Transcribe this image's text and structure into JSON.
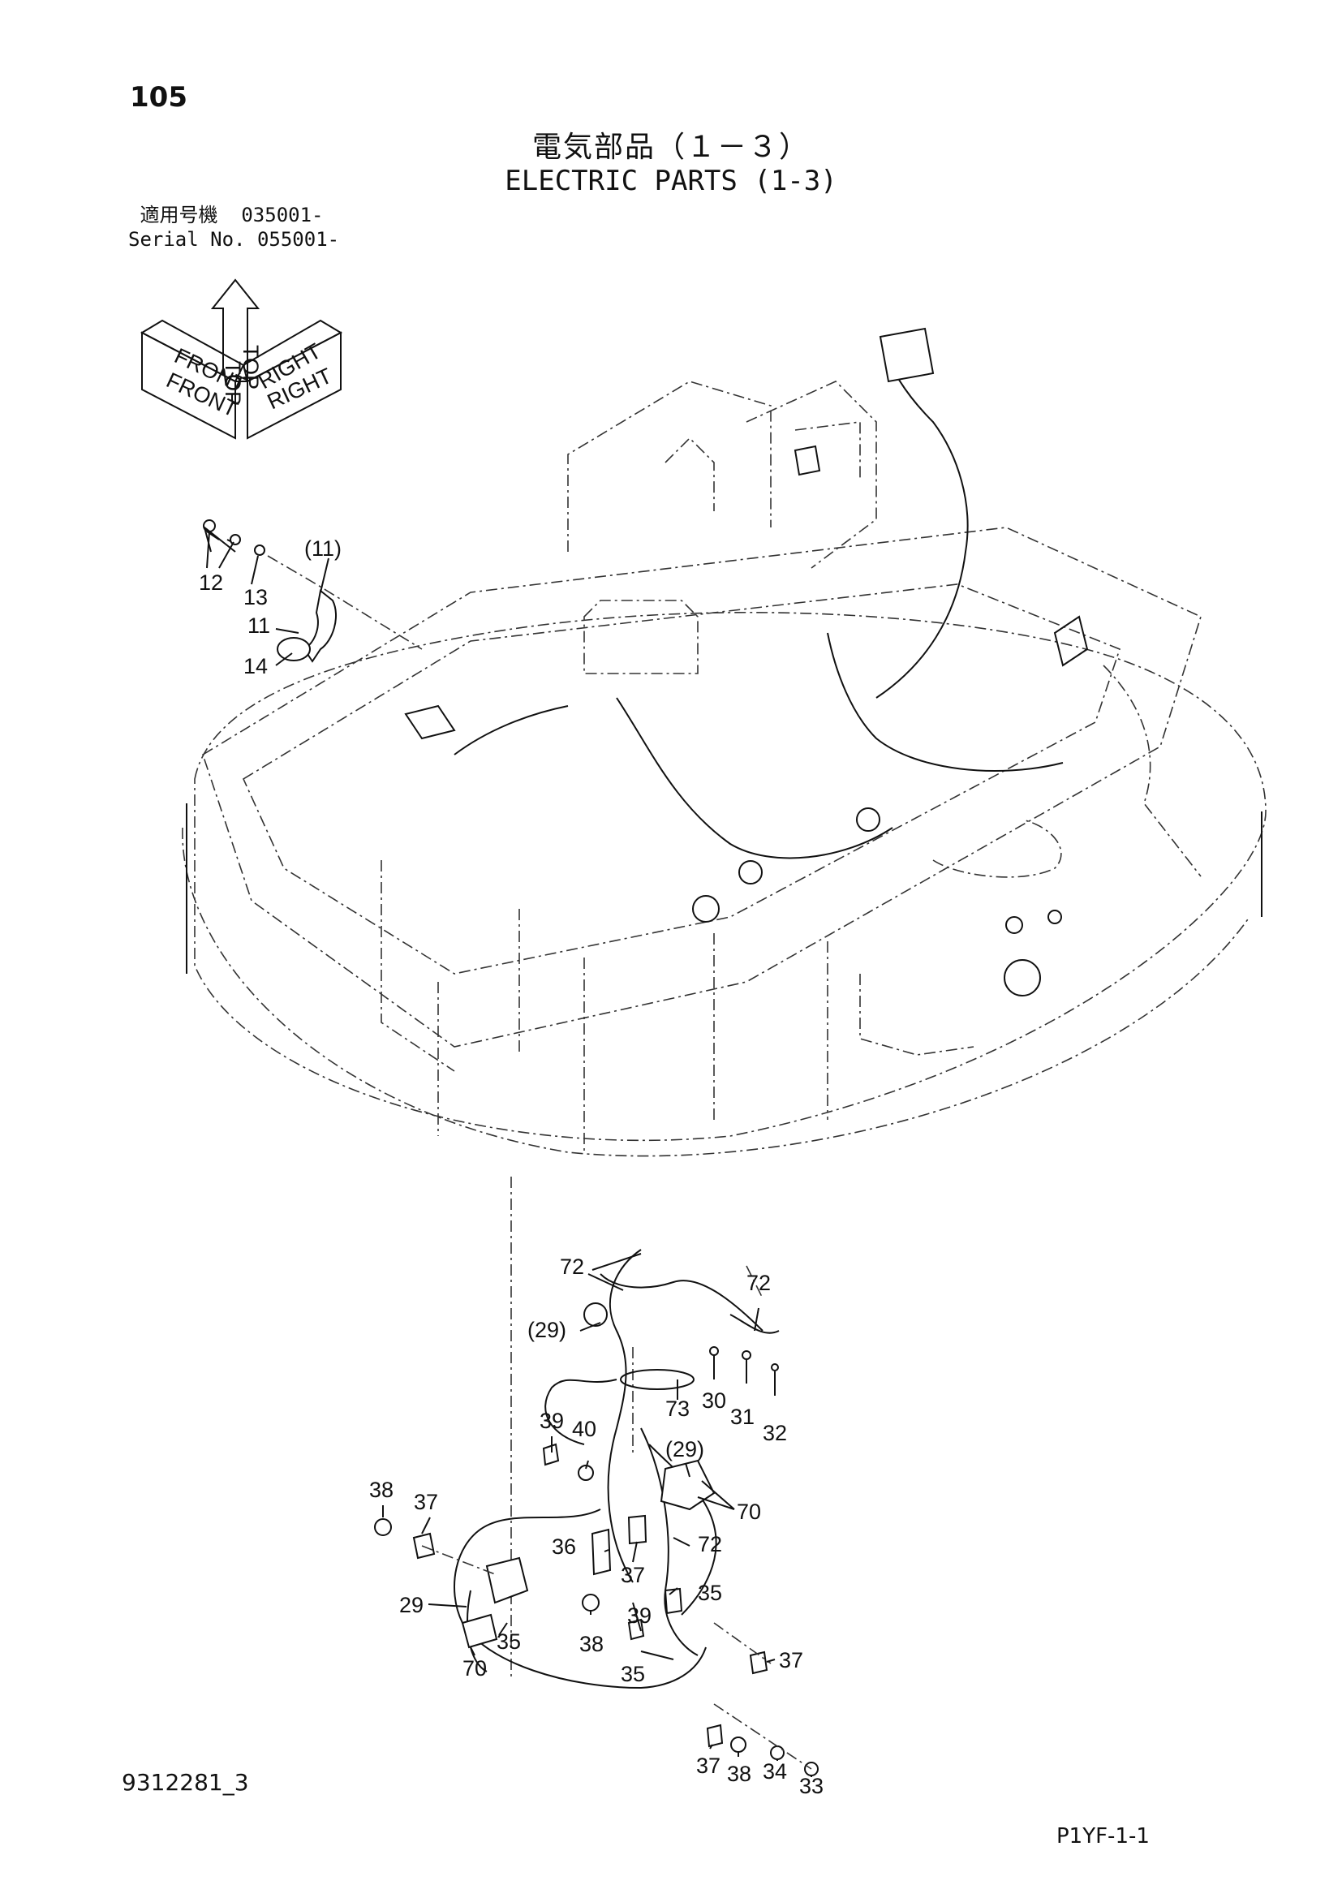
{
  "header": {
    "page_number": "105",
    "title_jp": "電気部品（１－３）",
    "title_en": "ELECTRIC PARTS (1-3)",
    "applicable_jp_label": "適用号機",
    "applicable_jp_value": "035001-",
    "serial_label": "Serial No.",
    "serial_value": "055001-"
  },
  "orientation_icon": {
    "labels": [
      "TOP",
      "TOP",
      "FRONT",
      "FRONT",
      "RIGHT",
      "RIGHT"
    ]
  },
  "callouts": [
    "12",
    "13",
    "(11)",
    "11",
    "14",
    "72",
    "72",
    "(29)",
    "73",
    "30",
    "31",
    "32",
    "39",
    "40",
    "(29)",
    "70",
    "72",
    "38",
    "37",
    "36",
    "37",
    "35",
    "29",
    "39",
    "38",
    "35",
    "37",
    "35",
    "70",
    "37",
    "38",
    "34",
    "33"
  ],
  "footer": {
    "drawing_number": "9312281_3",
    "page_code": "P1YF-1-1"
  }
}
